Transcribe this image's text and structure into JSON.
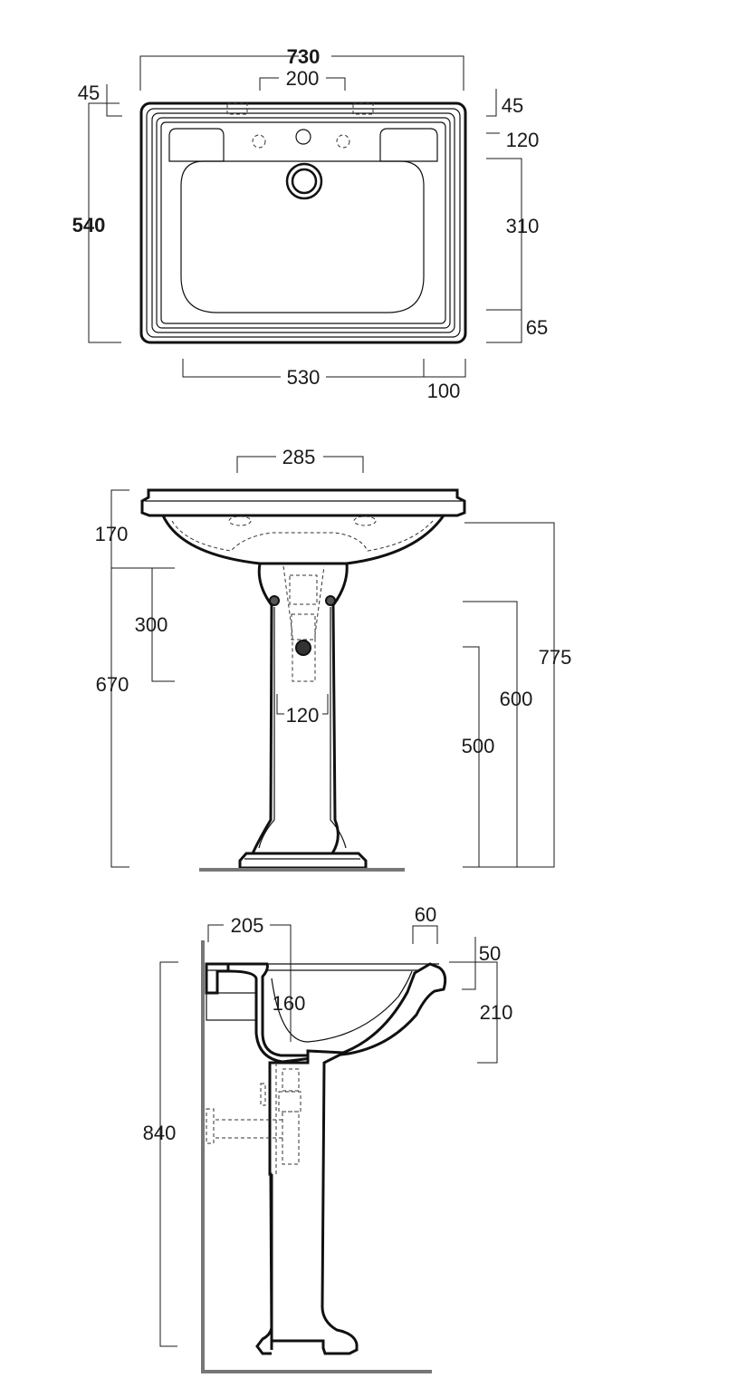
{
  "top_view": {
    "width_total": "730",
    "tap_spacing": "200",
    "rim_left": "45",
    "rim_right": "45",
    "back_to_bowl": "120",
    "bowl_depth": "310",
    "front_rim": "65",
    "depth_total": "540",
    "bowl_width": "530",
    "side_offset": "100"
  },
  "front_view": {
    "fixing_spacing": "285",
    "basin_height": "170",
    "waste_height": "300",
    "pedestal_height": "670",
    "waste_width": "120",
    "height_500": "500",
    "height_600": "600",
    "height_775": "775"
  },
  "side_view": {
    "wall_to_centre": "205",
    "rim_front": "60",
    "rim_thickness": "50",
    "back_height": "160",
    "bowl_height": "210",
    "total_height": "840"
  }
}
